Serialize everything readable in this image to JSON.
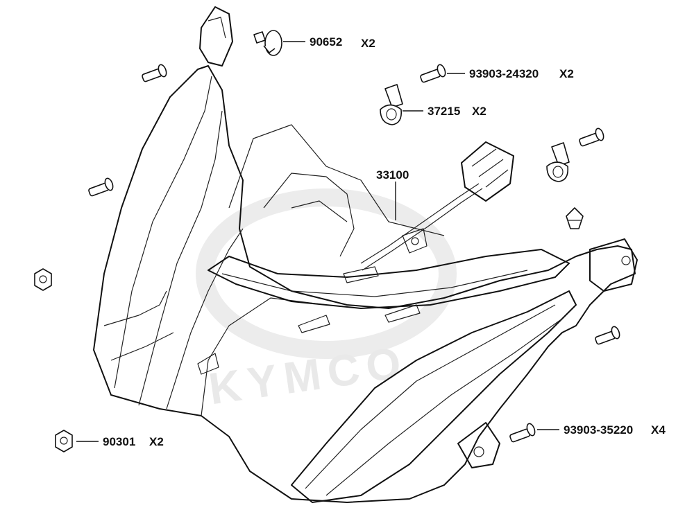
{
  "watermark": "KYMCO",
  "callouts": [
    {
      "id": "c1",
      "part": "90652",
      "qty": "X2"
    },
    {
      "id": "c2",
      "part": "93903-24320",
      "qty": "X2"
    },
    {
      "id": "c3",
      "part": "37215",
      "qty": "X2"
    },
    {
      "id": "c4",
      "part": "33100",
      "qty": ""
    },
    {
      "id": "c5",
      "part": "90301",
      "qty": "X2"
    },
    {
      "id": "c6",
      "part": "93903-35220",
      "qty": "X4"
    }
  ]
}
